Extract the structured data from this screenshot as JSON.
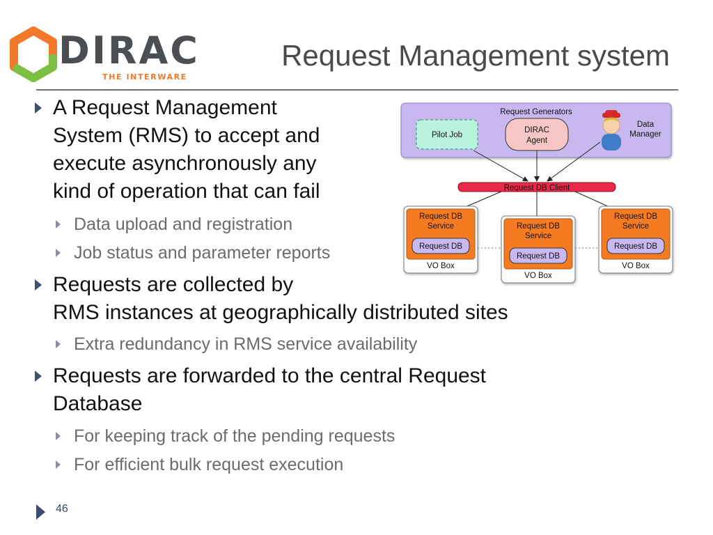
{
  "logo": {
    "word": "DIRAC",
    "tagline": "THE INTERWARE",
    "colors": {
      "orange": "#f2792a",
      "green": "#7cc043",
      "grey": "#4b4f54"
    }
  },
  "title": "Request Management system",
  "bullets": [
    {
      "lines": [
        "A Request Management",
        "System (RMS) to accept and",
        "execute asynchronously any",
        "kind of operation that can fail"
      ],
      "sub": [
        "Data upload and registration",
        "Job status and parameter reports"
      ]
    },
    {
      "lines": [
        "Requests are collected by",
        "RMS instances at geographically distributed sites"
      ],
      "sub": [
        "Extra redundancy in RMS service availability"
      ]
    },
    {
      "lines": [
        "Requests are forwarded to the central Request",
        "Database"
      ],
      "sub": [
        "For keeping track of the pending requests",
        "For efficient bulk request execution"
      ]
    }
  ],
  "diagram": {
    "generators_label": "Request Generators",
    "pilot_job": "Pilot Job",
    "dirac_agent": [
      "DIRAC",
      "Agent"
    ],
    "data_manager": [
      "Data",
      "Manager"
    ],
    "client": "Request DB Client",
    "service": [
      "Request DB",
      "Service"
    ],
    "db": "Request DB",
    "vobox": "VO Box",
    "colors": {
      "generators_bg": "#c9b8ef",
      "pilot_bg": "#b9f3dd",
      "agent_bg": "#f6c7c5",
      "client_bg": "#e8294a",
      "service_bg": "#f47b21",
      "db_bg": "#c9b8ef"
    }
  },
  "page_number": "46"
}
